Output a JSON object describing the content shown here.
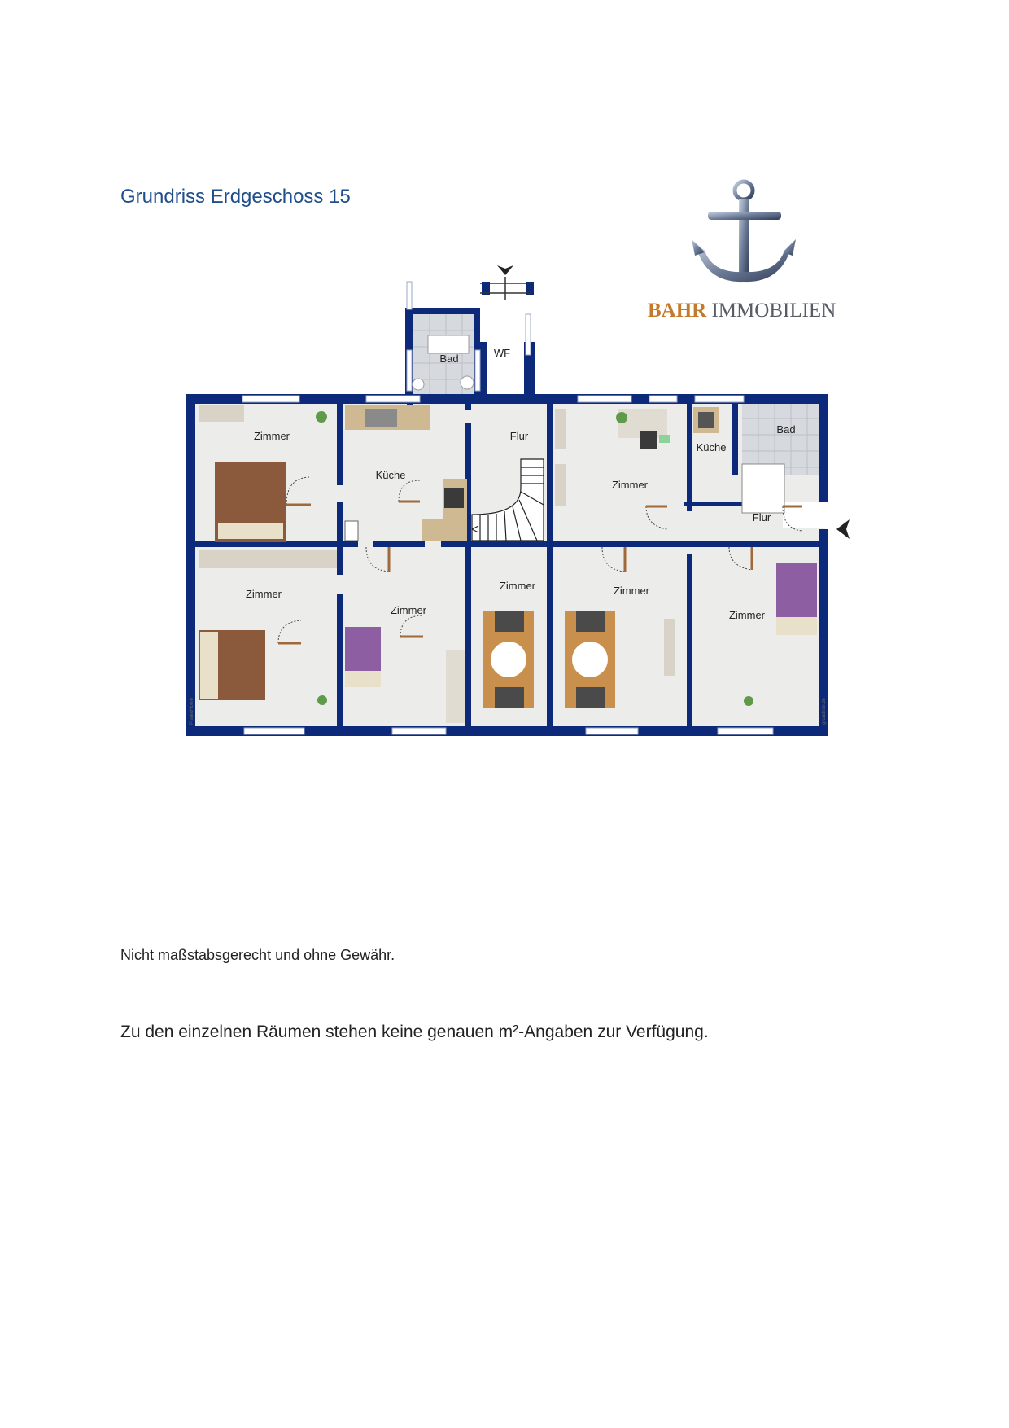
{
  "document": {
    "title": "Grundriss Erdgeschoss 15",
    "note_scale": "Nicht maßstabsgerecht und ohne Gewähr.",
    "note_area": "Zu den einzelnen Räumen stehen keine genauen m²-Angaben zur Verfügung."
  },
  "logo": {
    "brand": "BAHR",
    "suffix": "IMMOBILIEN",
    "brand_color": "#c47a2c",
    "icon": "anchor-icon"
  },
  "floorplan": {
    "wall_color": "#0d2a7a",
    "floor_color": "#ececea",
    "rooms": {
      "bad_top": "Bad",
      "wf": "WF",
      "zimmer_nw": "Zimmer",
      "kueche_left": "Küche",
      "flur_center": "Flur",
      "zimmer_office": "Zimmer",
      "kueche_right": "Küche",
      "bad_right": "Bad",
      "flur_right": "Flur",
      "zimmer_sw": "Zimmer",
      "zimmer_s2": "Zimmer",
      "zimmer_s3": "Zimmer",
      "zimmer_s4": "Zimmer",
      "zimmer_se": "Zimmer"
    },
    "credit_left": "PlanetHome",
    "credit_right": "grundriss.de"
  }
}
